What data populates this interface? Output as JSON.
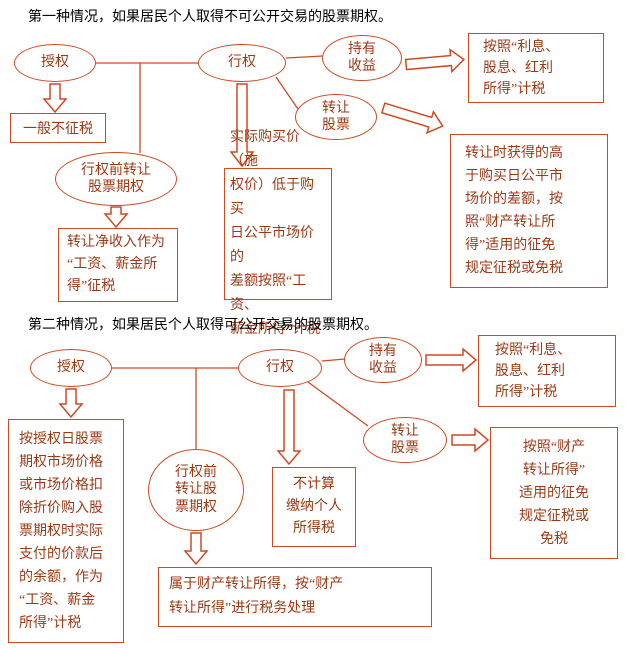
{
  "colors": {
    "outline": "#cf4a21",
    "shape_text": "#9c3a16",
    "title_text": "#000000"
  },
  "s1": {
    "title": "第一种情况，如果居民个人取得不可公开交易的股票期权。",
    "grant": "授权",
    "exercise": "行权",
    "hold_gain": "持有\n收益",
    "transfer_stock": "转让\n股票",
    "no_tax": "一般不征税",
    "pre_exercise": "行权前转让\n股票期权",
    "net_income": "转让净收入作为\n“工资、薪金所\n得”征税",
    "exercise_tax": "实际购买价（施\n权价）低于购买\n日公平市场价的\n差额按照“工资、\n薪金所得”计税",
    "hold_tax": "按照“利息、\n股息、红利\n所得”计税",
    "transfer_tax": "转让时获得的高\n于购买日公平市\n场价的差额，按\n照“财产转让所\n得”适用的征免\n规定征税或免税"
  },
  "s2": {
    "title": "第二种情况，如果居民个人取得可公开交易的股票期权。",
    "grant": "授权",
    "exercise": "行权",
    "hold_gain": "持有\n收益",
    "transfer_stock": "转让\n股票",
    "grant_tax": "按授权日股票\n期权市场价格\n或市场价格扣\n除折价购入股\n票期权时实际\n支付的价款后\n的余额，作为\n“工资、薪金\n所得”计税",
    "pre_exercise": "行权前\n转让股\n票期权",
    "no_personal_tax": "不计算\n缴纳个人\n所得税",
    "pre_exercise_tax": "属于财产转让所得，按“财产\n转让所得”进行税务处理",
    "hold_tax": "按照“利息、\n股息、红利\n所得”计税",
    "transfer_tax": "按照“财产\n转让所得”\n适用的征免\n规定征税或\n免税"
  }
}
